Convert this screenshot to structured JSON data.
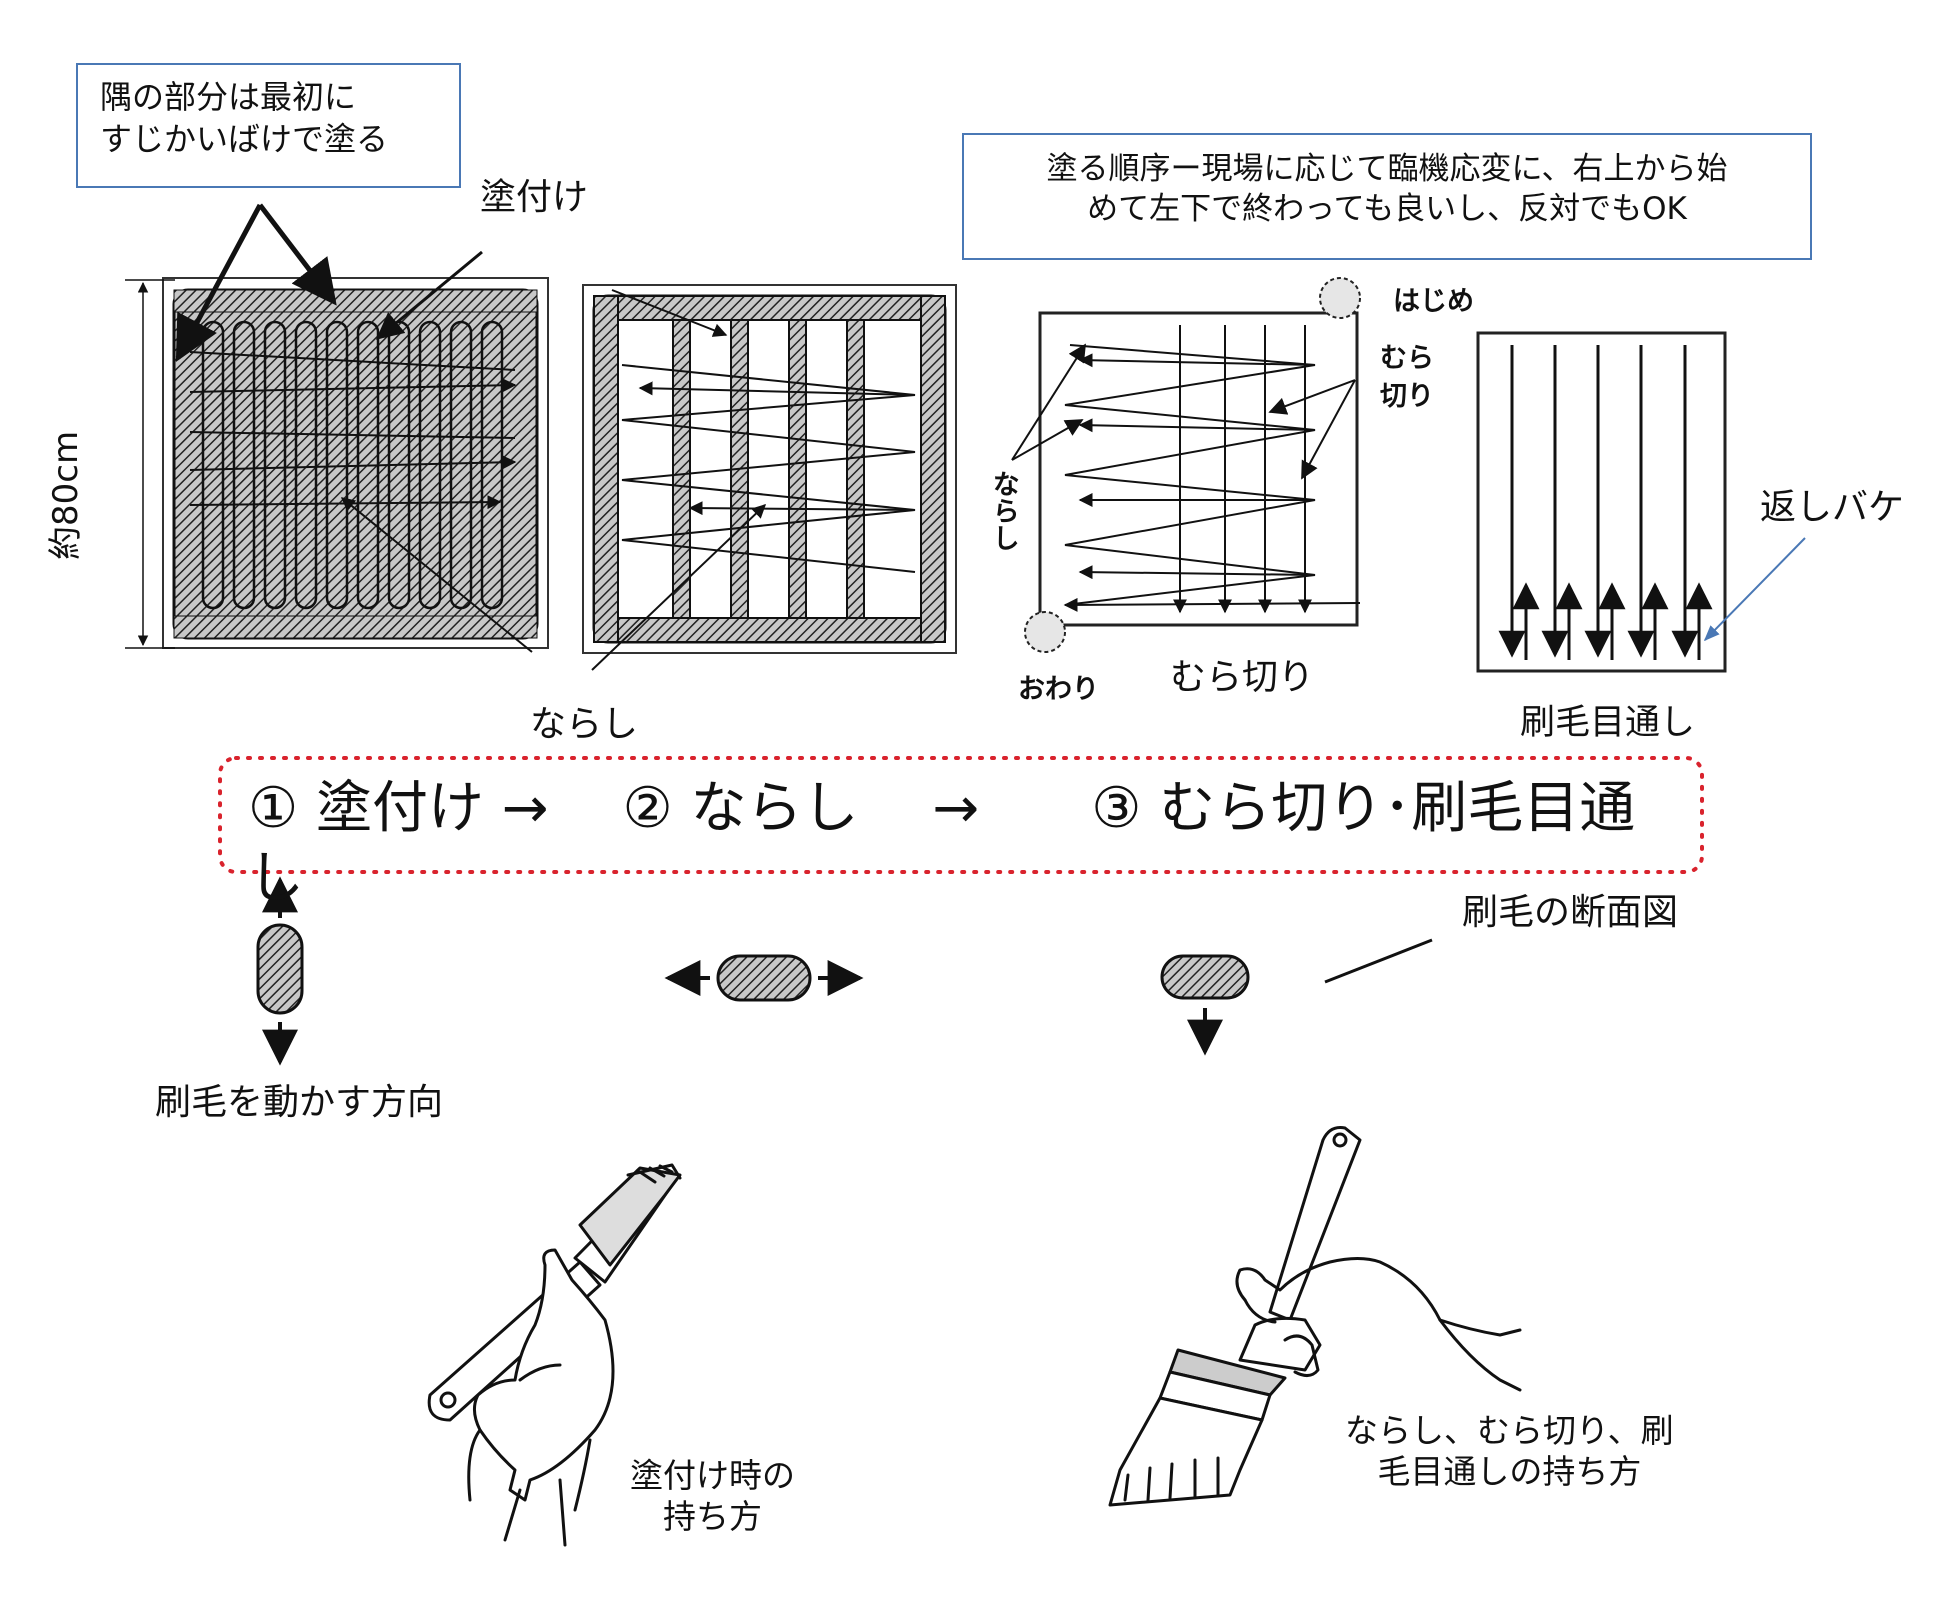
{
  "notes": {
    "corner": [
      "隅の部分は最初に",
      "すじかいばけで塗る"
    ],
    "order": [
      "塗る順序ー現場に応じて臨機応変に、右上から始",
      "めて左下で終わっても良いし、反対でもOK"
    ]
  },
  "labels": {
    "nuritsuke": "塗付け",
    "height": "約80cm",
    "narashi_bottom": "ならし",
    "hajime": "はじめ",
    "mura_kiri_side": "むら\n切り",
    "narashi_side": "ならし",
    "owari": "おわり",
    "mura_kiri": "むら切り",
    "kaeshi_bake": "返しバケ",
    "hakeme_dooshi": "刷毛目通し"
  },
  "steps": {
    "text": "① 塗付け →　 ② ならし　 →　　③ むら切り･刷毛目通し"
  },
  "brush": {
    "section_title": "刷毛の断面図",
    "direction": "刷毛を動かす方向"
  },
  "grips": {
    "apply": [
      "塗付け時の",
      "持ち方"
    ],
    "finish": [
      "ならし、むら切り、刷",
      "毛目通しの持ち方"
    ]
  },
  "colors": {
    "note_border": "#4a78b5",
    "steps_border": "#d9232d",
    "ink": "#111111"
  }
}
